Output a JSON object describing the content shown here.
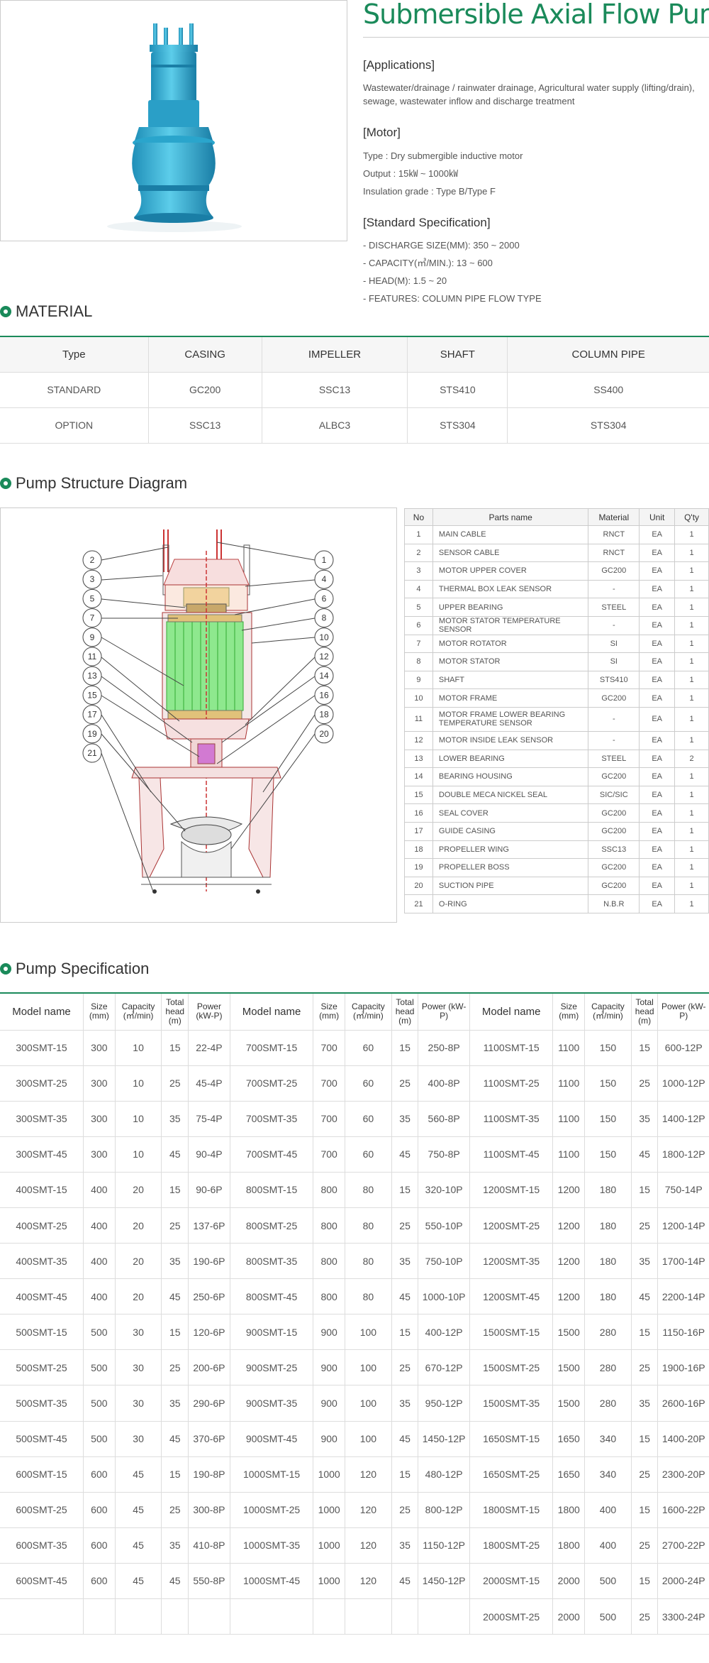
{
  "product": {
    "title": "Submersible Axial Flow Pump",
    "applications_heading": "[Applications]",
    "applications_text": "Wastewater/drainage / rainwater drainage, Agricultural water supply (lifting/drain), sewage, wastewater inflow and discharge treatment",
    "motor_heading": "[Motor]",
    "motor_lines": [
      "Type : Dry submergible inductive motor",
      "Output : 15㎾ ~ 1000㎾",
      "Insulation grade : Type B/Type F"
    ],
    "standard_heading": "[Standard Specification]",
    "standard_lines": [
      "- DISCHARGE SIZE(MM): 350 ~ 2000",
      "- CAPACITY(㎥/MIN.): 13 ~ 600",
      "- HEAD(M): 1.5 ~ 20",
      "- FEATURES: COLUMN PIPE FLOW TYPE"
    ]
  },
  "colors": {
    "accent": "#1a8a5a",
    "pump_body": "#3ab4d8",
    "stator_green": "#8ee88e"
  },
  "material": {
    "title": "MATERIAL",
    "headers": [
      "Type",
      "CASING",
      "IMPELLER",
      "SHAFT",
      "COLUMN PIPE"
    ],
    "rows": [
      [
        "STANDARD",
        "GC200",
        "SSC13",
        "STS410",
        "SS400"
      ],
      [
        "OPTION",
        "SSC13",
        "ALBC3",
        "STS304",
        "STS304"
      ]
    ]
  },
  "structure": {
    "title": "Pump Structure Diagram",
    "callouts": [
      "1",
      "2",
      "3",
      "4",
      "5",
      "6",
      "7",
      "8",
      "9",
      "10",
      "11",
      "12",
      "13",
      "14",
      "15",
      "16",
      "17",
      "18",
      "19",
      "20",
      "21"
    ],
    "headers": [
      "No",
      "Parts name",
      "Material",
      "Unit",
      "Q'ty"
    ],
    "rows": [
      [
        "1",
        "MAIN CABLE",
        "RNCT",
        "EA",
        "1"
      ],
      [
        "2",
        "SENSOR CABLE",
        "RNCT",
        "EA",
        "1"
      ],
      [
        "3",
        "MOTOR UPPER COVER",
        "GC200",
        "EA",
        "1"
      ],
      [
        "4",
        "THERMAL BOX LEAK SENSOR",
        "-",
        "EA",
        "1"
      ],
      [
        "5",
        "UPPER BEARING",
        "STEEL",
        "EA",
        "1"
      ],
      [
        "6",
        "MOTOR STATOR TEMPERATURE SENSOR",
        "-",
        "EA",
        "1"
      ],
      [
        "7",
        "MOTOR ROTATOR",
        "SI",
        "EA",
        "1"
      ],
      [
        "8",
        "MOTOR STATOR",
        "SI",
        "EA",
        "1"
      ],
      [
        "9",
        "SHAFT",
        "STS410",
        "EA",
        "1"
      ],
      [
        "10",
        "MOTOR FRAME",
        "GC200",
        "EA",
        "1"
      ],
      [
        "11",
        "MOTOR FRAME LOWER BEARING TEMPERATURE SENSOR",
        "-",
        "EA",
        "1"
      ],
      [
        "12",
        "MOTOR INSIDE LEAK SENSOR",
        "-",
        "EA",
        "1"
      ],
      [
        "13",
        "LOWER BEARING",
        "STEEL",
        "EA",
        "2"
      ],
      [
        "14",
        "BEARING HOUSING",
        "GC200",
        "EA",
        "1"
      ],
      [
        "15",
        "DOUBLE MECA NICKEL SEAL",
        "SIC/SIC",
        "EA",
        "1"
      ],
      [
        "16",
        "SEAL COVER",
        "GC200",
        "EA",
        "1"
      ],
      [
        "17",
        "GUIDE CASING",
        "GC200",
        "EA",
        "1"
      ],
      [
        "18",
        "PROPELLER WING",
        "SSC13",
        "EA",
        "1"
      ],
      [
        "19",
        "PROPELLER BOSS",
        "GC200",
        "EA",
        "1"
      ],
      [
        "20",
        "SUCTION PIPE",
        "GC200",
        "EA",
        "1"
      ],
      [
        "21",
        "O-RING",
        "N.B.R",
        "EA",
        "1"
      ]
    ]
  },
  "specification": {
    "title": "Pump Specification",
    "headers": [
      "Model name",
      "Size (mm)",
      "Capacity (㎥/min)",
      "Total head (m)",
      "Power (kW-P)"
    ],
    "rows": [
      [
        "300SMT-15",
        "300",
        "10",
        "15",
        "22-4P",
        "700SMT-15",
        "700",
        "60",
        "15",
        "250-8P",
        "1100SMT-15",
        "1100",
        "150",
        "15",
        "600-12P"
      ],
      [
        "300SMT-25",
        "300",
        "10",
        "25",
        "45-4P",
        "700SMT-25",
        "700",
        "60",
        "25",
        "400-8P",
        "1100SMT-25",
        "1100",
        "150",
        "25",
        "1000-12P"
      ],
      [
        "300SMT-35",
        "300",
        "10",
        "35",
        "75-4P",
        "700SMT-35",
        "700",
        "60",
        "35",
        "560-8P",
        "1100SMT-35",
        "1100",
        "150",
        "35",
        "1400-12P"
      ],
      [
        "300SMT-45",
        "300",
        "10",
        "45",
        "90-4P",
        "700SMT-45",
        "700",
        "60",
        "45",
        "750-8P",
        "1100SMT-45",
        "1100",
        "150",
        "45",
        "1800-12P"
      ],
      [
        "400SMT-15",
        "400",
        "20",
        "15",
        "90-6P",
        "800SMT-15",
        "800",
        "80",
        "15",
        "320-10P",
        "1200SMT-15",
        "1200",
        "180",
        "15",
        "750-14P"
      ],
      [
        "400SMT-25",
        "400",
        "20",
        "25",
        "137-6P",
        "800SMT-25",
        "800",
        "80",
        "25",
        "550-10P",
        "1200SMT-25",
        "1200",
        "180",
        "25",
        "1200-14P"
      ],
      [
        "400SMT-35",
        "400",
        "20",
        "35",
        "190-6P",
        "800SMT-35",
        "800",
        "80",
        "35",
        "750-10P",
        "1200SMT-35",
        "1200",
        "180",
        "35",
        "1700-14P"
      ],
      [
        "400SMT-45",
        "400",
        "20",
        "45",
        "250-6P",
        "800SMT-45",
        "800",
        "80",
        "45",
        "1000-10P",
        "1200SMT-45",
        "1200",
        "180",
        "45",
        "2200-14P"
      ],
      [
        "500SMT-15",
        "500",
        "30",
        "15",
        "120-6P",
        "900SMT-15",
        "900",
        "100",
        "15",
        "400-12P",
        "1500SMT-15",
        "1500",
        "280",
        "15",
        "1150-16P"
      ],
      [
        "500SMT-25",
        "500",
        "30",
        "25",
        "200-6P",
        "900SMT-25",
        "900",
        "100",
        "25",
        "670-12P",
        "1500SMT-25",
        "1500",
        "280",
        "25",
        "1900-16P"
      ],
      [
        "500SMT-35",
        "500",
        "30",
        "35",
        "290-6P",
        "900SMT-35",
        "900",
        "100",
        "35",
        "950-12P",
        "1500SMT-35",
        "1500",
        "280",
        "35",
        "2600-16P"
      ],
      [
        "500SMT-45",
        "500",
        "30",
        "45",
        "370-6P",
        "900SMT-45",
        "900",
        "100",
        "45",
        "1450-12P",
        "1650SMT-15",
        "1650",
        "340",
        "15",
        "1400-20P"
      ],
      [
        "600SMT-15",
        "600",
        "45",
        "15",
        "190-8P",
        "1000SMT-15",
        "1000",
        "120",
        "15",
        "480-12P",
        "1650SMT-25",
        "1650",
        "340",
        "25",
        "2300-20P"
      ],
      [
        "600SMT-25",
        "600",
        "45",
        "25",
        "300-8P",
        "1000SMT-25",
        "1000",
        "120",
        "25",
        "800-12P",
        "1800SMT-15",
        "1800",
        "400",
        "15",
        "1600-22P"
      ],
      [
        "600SMT-35",
        "600",
        "45",
        "35",
        "410-8P",
        "1000SMT-35",
        "1000",
        "120",
        "35",
        "1150-12P",
        "1800SMT-25",
        "1800",
        "400",
        "25",
        "2700-22P"
      ],
      [
        "600SMT-45",
        "600",
        "45",
        "45",
        "550-8P",
        "1000SMT-45",
        "1000",
        "120",
        "45",
        "1450-12P",
        "2000SMT-15",
        "2000",
        "500",
        "15",
        "2000-24P"
      ],
      [
        "",
        "",
        "",
        "",
        "",
        "",
        "",
        "",
        "",
        "",
        "2000SMT-25",
        "2000",
        "500",
        "25",
        "3300-24P"
      ]
    ]
  }
}
